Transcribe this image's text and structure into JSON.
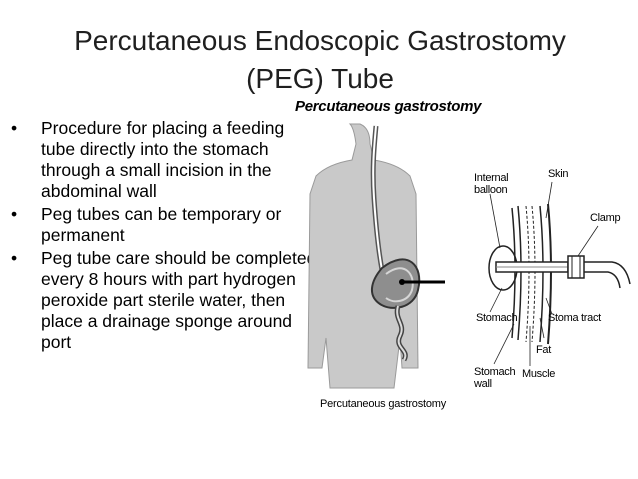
{
  "slide": {
    "title_line1": "Percutaneous Endoscopic Gastrostomy",
    "title_line2": "(PEG) Tube",
    "bullets": [
      "Procedure for placing a feeding tube directly into the stomach through a small incision in the abdominal wall",
      "Peg tubes can be temporary or permanent",
      "Peg tube care should be completed every 8 hours with part hydrogen peroxide part sterile water, then place a drainage sponge around port"
    ],
    "bullet_glyph": "•"
  },
  "figure": {
    "caption_top": "Percutaneous gastrostomy",
    "caption_bottom": "Percutaneous gastrostomy",
    "labels": {
      "internal_balloon_1": "Internal",
      "internal_balloon_2": "balloon",
      "skin": "Skin",
      "clamp": "Clamp",
      "stomach": "Stomach",
      "stoma_tract": "Stoma tract",
      "fat": "Fat",
      "stomach_wall_1": "Stomach",
      "stomach_wall_2": "wall",
      "muscle": "Muscle"
    }
  }
}
